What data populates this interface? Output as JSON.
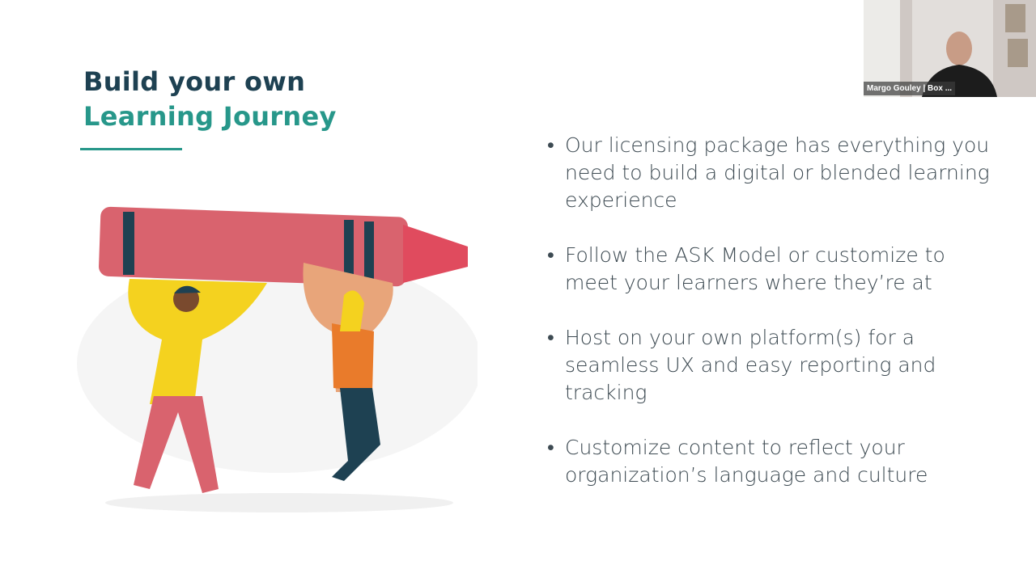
{
  "slide": {
    "title_line1": "Build your own",
    "title_line2": "Learning Journey",
    "bullets": [
      "Our licensing package has everything you need to build a digital or blended learning experience",
      "Follow the ASK Model or customize to meet your learners where they’re at",
      "Host on your own platform(s) for a seamless UX and easy reporting and tracking",
      "Customize content to reflect your organization’s language and culture"
    ]
  },
  "video": {
    "participant_name": "Margo Gouley | Box ..."
  },
  "colors": {
    "title_dark": "#1e4152",
    "accent": "#27978a",
    "crayon": "#d9636e"
  }
}
